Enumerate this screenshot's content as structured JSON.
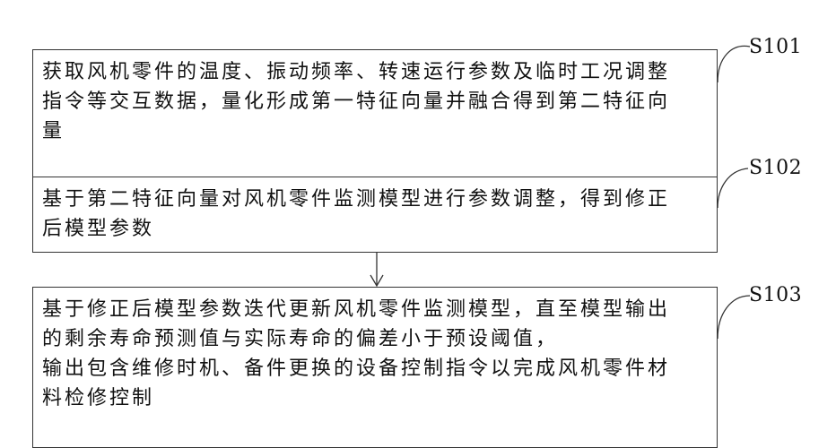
{
  "steps": [
    {
      "id": "S101",
      "text": "获取风机零件的温度、振动频率、转速运行参数及临时工况调整\n指令等交互数据，量化形成第一特征向量并融合得到第二特征向\n量"
    },
    {
      "id": "S102",
      "text": "基于第二特征向量对风机零件监测模型进行参数调整，得到修正\n后模型参数"
    },
    {
      "id": "S103",
      "text": "基于修正后模型参数迭代更新风机零件监测模型，直至模型输出\n的剩余寿命预测值与实际寿命的偏差小于预设阈值，\n输出包含维修时机、备件更换的设备控制指令以完成风机零件材\n料检修控制"
    }
  ],
  "colors": {
    "stroke": "#333333",
    "text": "#111111",
    "background": "#ffffff"
  }
}
